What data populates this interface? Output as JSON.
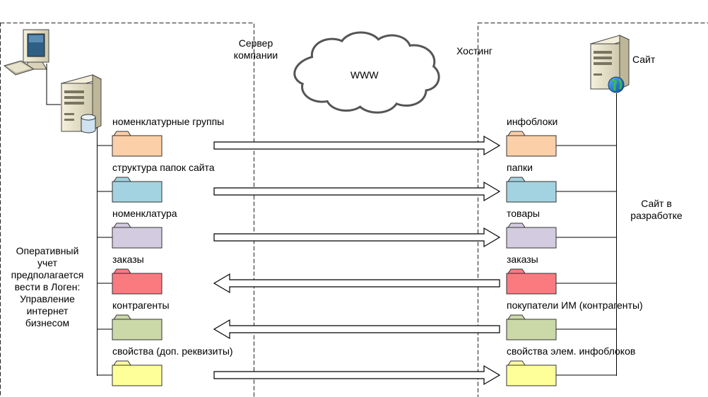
{
  "zones": {
    "server": "Сервер\nкомпании",
    "hosting": "Хостинг",
    "cloud": "WWW",
    "site": "Сайт",
    "site_dev": "Сайт в\nразработке",
    "note": "Оперативный\nучет\nпредполагается\nвести в Логен:\nУправление\nинтернет\nбизнесом"
  },
  "rows": [
    {
      "left": "номенклатурные группы",
      "right": "инфоблоки",
      "color": "#fbd0a8",
      "direction": "right"
    },
    {
      "left": "структура папок сайта",
      "right": "папки",
      "color": "#a3d3e0",
      "direction": "right"
    },
    {
      "left": "номенклатура",
      "right": "товары",
      "color": "#d3cce0",
      "direction": "right"
    },
    {
      "left": "заказы",
      "right": "заказы",
      "color": "#fb7a80",
      "direction": "left"
    },
    {
      "left": "контрагенты",
      "right": "покупатели ИМ (контрагенты)",
      "color": "#cbd8a8",
      "direction": "left"
    },
    {
      "left": "свойства (доп. реквизиты)",
      "right": "свойства элем. инфоблоков",
      "color": "#ffff9a",
      "direction": "right"
    }
  ]
}
